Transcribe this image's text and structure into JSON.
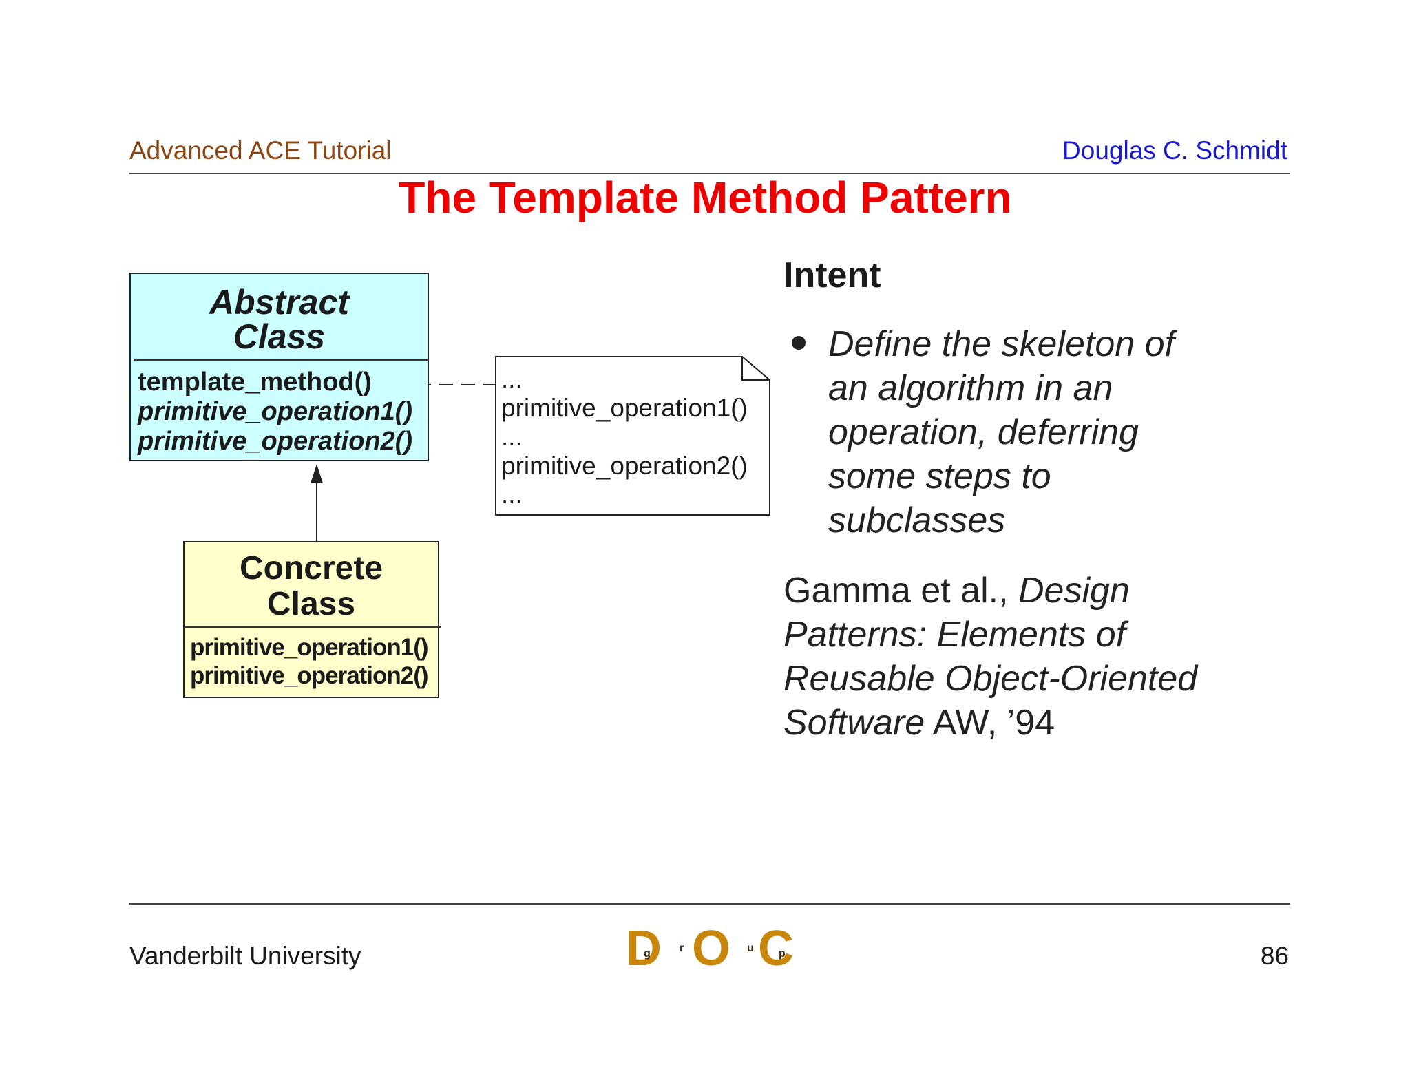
{
  "header": {
    "left": "Advanced ACE Tutorial",
    "right": "Douglas C. Schmidt"
  },
  "title": "The Template Method Pattern",
  "diagram": {
    "abstract_class": {
      "name_line1": "Abstract",
      "name_line2": "Class",
      "ops": [
        "template_method()",
        "primitive_operation1()",
        "primitive_operation2()"
      ]
    },
    "concrete_class": {
      "name_line1": "Concrete",
      "name_line2": "Class",
      "ops": [
        "primitive_operation1()",
        "primitive_operation2()"
      ]
    },
    "note": [
      "...",
      "primitive_operation1()",
      "...",
      "primitive_operation2()",
      "..."
    ]
  },
  "intent": {
    "heading": "Intent",
    "bullet": "Define the skeleton of an algorithm in an operation, deferring some steps to subclasses"
  },
  "citation": {
    "authors": "Gamma et al., ",
    "book": "Design Patterns: Elements of Reusable Object-Oriented Software",
    "publisher": " AW, ’94"
  },
  "footer": {
    "left": "Vanderbilt University",
    "page": "86",
    "logo_letters": [
      "D",
      "O",
      "C"
    ],
    "logo_small": [
      "g",
      "r",
      "u",
      "p"
    ]
  },
  "colors": {
    "title": "#ee0000",
    "header_left": "#8b4513",
    "header_right": "#1a1acd",
    "abstract_fill": "#ccffff",
    "concrete_fill": "#ffffcc",
    "logo": "#c8860a"
  }
}
